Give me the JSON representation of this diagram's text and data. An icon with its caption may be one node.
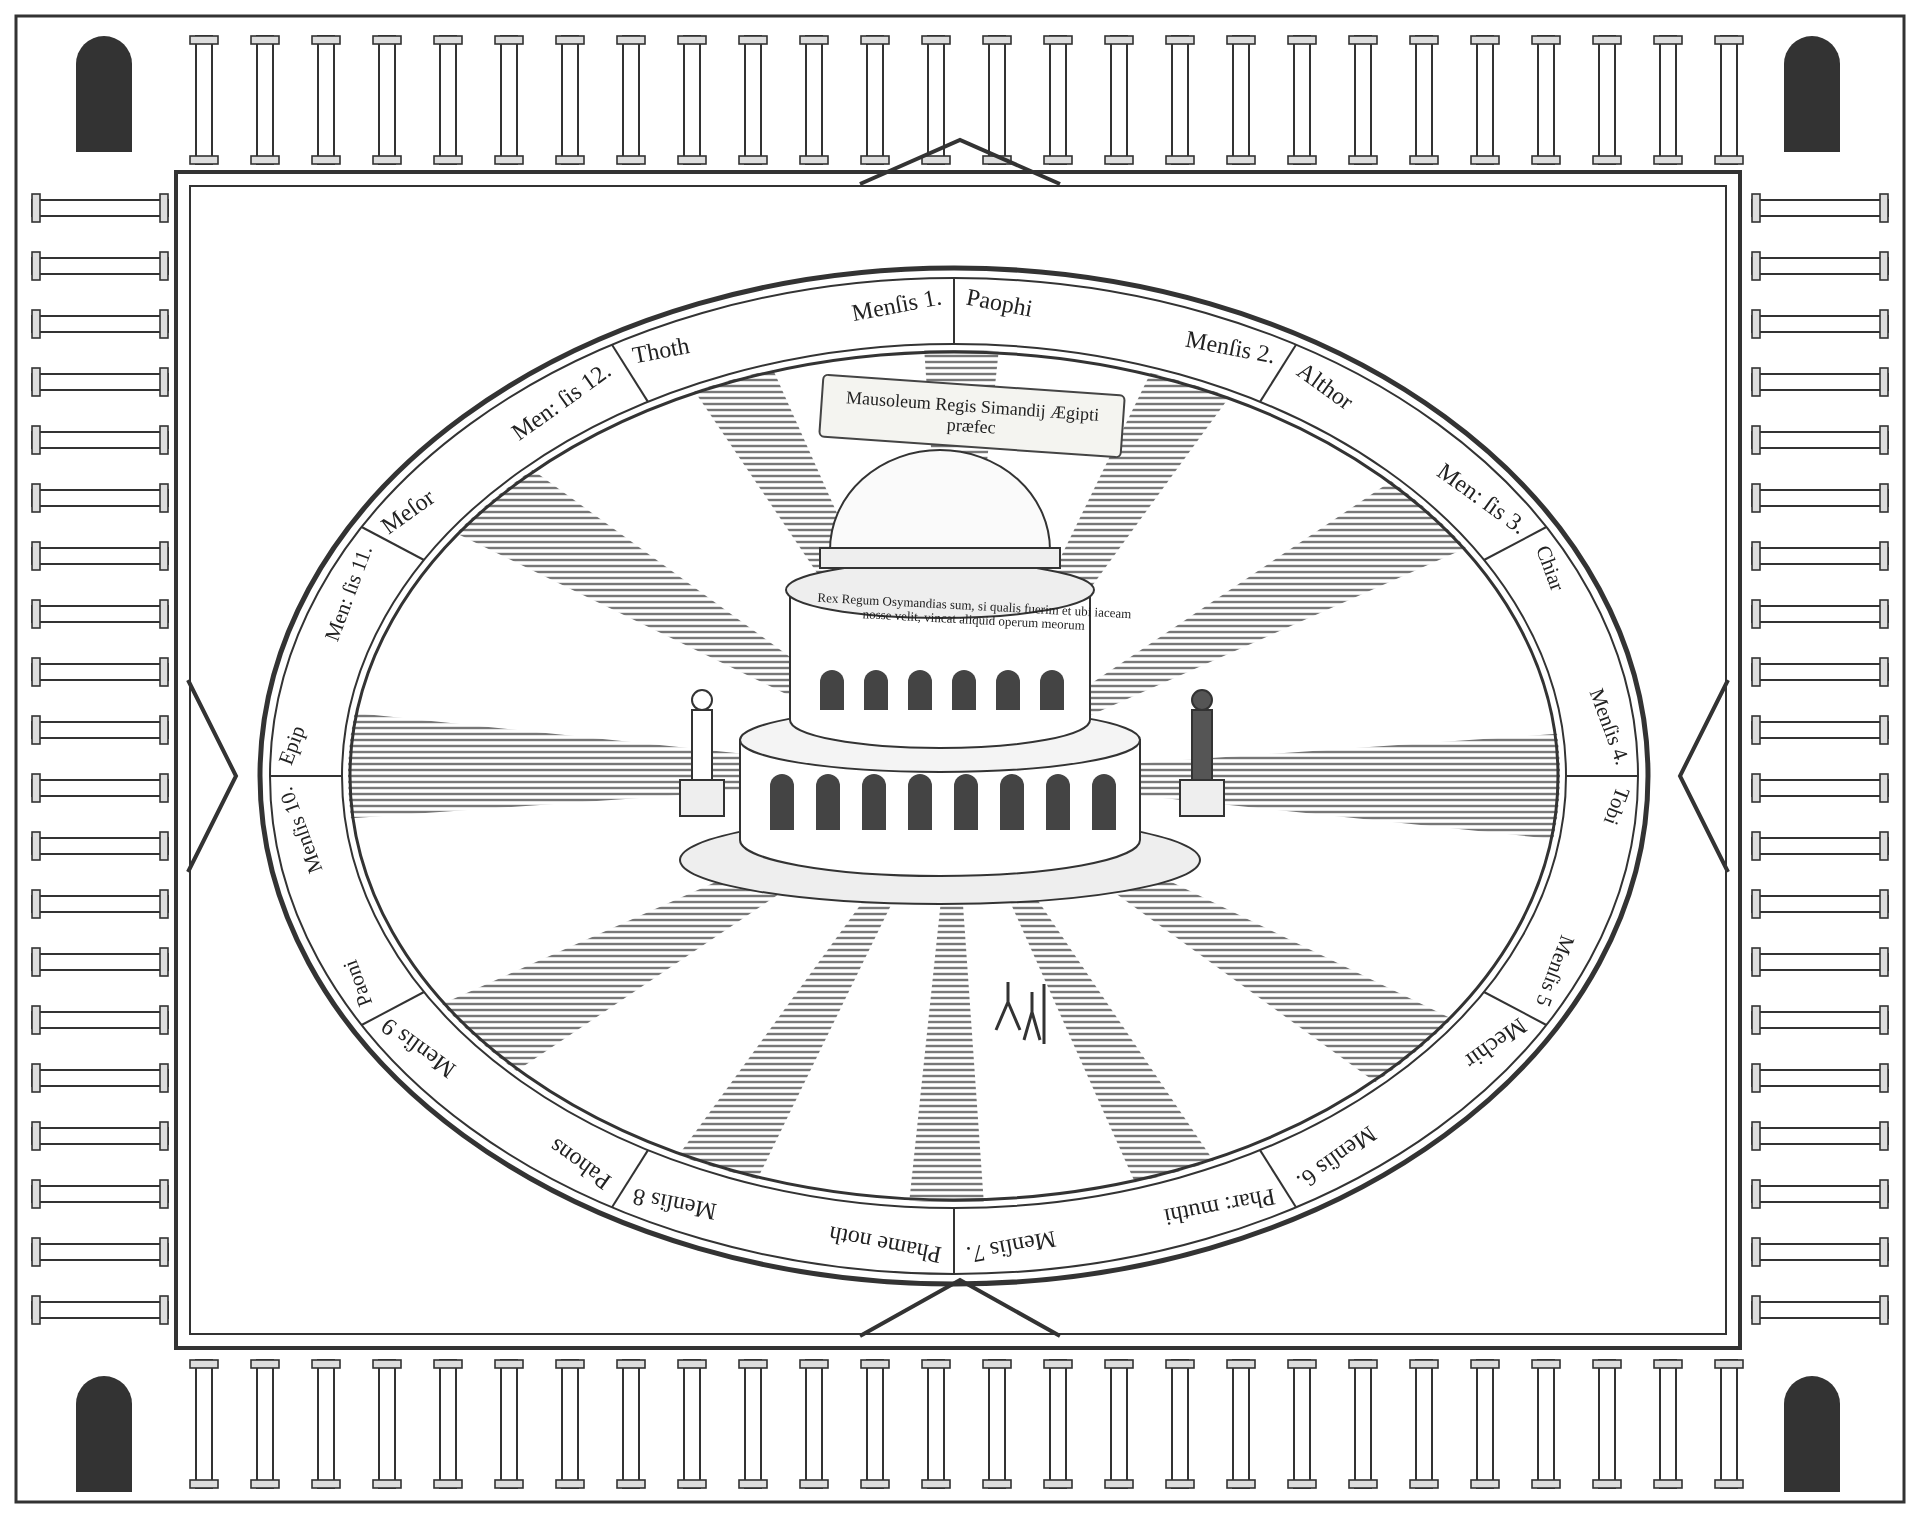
{
  "diagram": {
    "nodes": [
      {
        "text": [
          "Thoth",
          "Menſis 1."
        ]
      },
      {
        "text": [
          "Paophi",
          "Menſis 2."
        ]
      },
      {
        "text": [
          "Althor",
          "Men: ſis 3."
        ]
      },
      {
        "text": [
          "Chiar",
          "Menſis 4."
        ]
      },
      {
        "text": [
          "Tobi",
          "Menſis 5"
        ]
      },
      {
        "text": [
          "Mechir",
          "Menſis 6."
        ]
      },
      {
        "text": [
          "Phar: muthi",
          "Menſis 7."
        ]
      },
      {
        "text": [
          "Phame noth",
          "Menſis 8"
        ]
      },
      {
        "text": [
          "Pahons",
          "Menſis 9"
        ]
      },
      {
        "text": [
          "Paoni",
          "Menſis 10."
        ]
      },
      {
        "text": [
          "Epip",
          "Men: ſis 11."
        ]
      },
      {
        "text": [
          "Meſor",
          "Men: ſis 12."
        ]
      },
      {
        "text": [
          "Mausoleum Regis Simandij Ægipti præfec"
        ]
      }
    ],
    "labels": [
      "Rex Regum Osymandias sum, si qualis fuerim et ubi iaceam nosse velit, vincat aliquid operum meorum"
    ]
  }
}
